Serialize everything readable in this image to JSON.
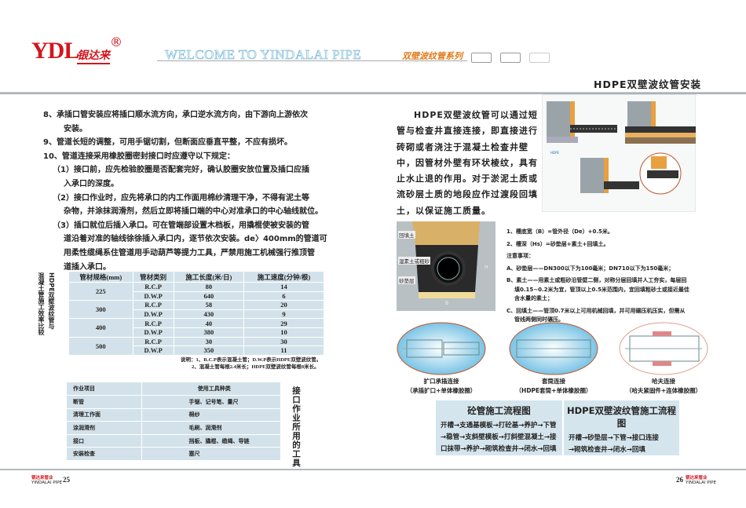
{
  "header": {
    "logo": "YDL",
    "logo_cn": "银达来",
    "registered": "®",
    "welcome": "WELCOME TO YINDALAI PIPE",
    "series": "双壁波纹管系列",
    "title": "HDPE双壁波纹管安装"
  },
  "left": {
    "steps": [
      "8、承插口管安装应将插口顺水流方向，承口逆水流方向，由下游向上游依次",
      "安装。",
      "9、管道长短的调整，可用手锯切割，但断面应垂直平整，不应有损坏。",
      "10、管道连接采用橡胶圈密封接口时应遵守以下规定：",
      "（1）接口前，应先检验胶圈是否配套完好，确认胶圈安放位置及插口应插",
      "入承口的深度。",
      "（2）接口作业时，应先将承口的内工作面用棉纱清理干净，不得有泥土等",
      "杂物，并涂抹润滑剂，然后立即将插口端的中心对准承口的中心轴线就位。",
      "（3）插口就位后插入承口。可在管端部设置木档板，用撬棍使被安装的管",
      "道沿着对准的轴线徐徐插入承口内，逐节依次安装。de〉400mm的管道可",
      "用柔性缆绳系住管道用手动葫芦等提力工具，严禁用施工机械强行推顶管",
      "道插入承口。"
    ],
    "efficiency_title_a": "HDPE双壁波纹管与",
    "efficiency_title_b": "混凝土管施工效率比较",
    "efficiency_table": {
      "headers": [
        "管材规格(mm)",
        "管材类别",
        "施工长度(米/日)",
        "施工速度(分钟/根)"
      ],
      "groups": [
        {
          "size": "225",
          "rows": [
            [
              "R.C.P",
              "80",
              "14"
            ],
            [
              "D.W.P",
              "640",
              "6"
            ]
          ]
        },
        {
          "size": "300",
          "rows": [
            [
              "R.C.P",
              "58",
              "20"
            ],
            [
              "D.W.P",
              "430",
              "9"
            ]
          ]
        },
        {
          "size": "400",
          "rows": [
            [
              "R.C.P",
              "40",
              "29"
            ],
            [
              "D.W.P",
              "380",
              "10"
            ]
          ]
        },
        {
          "size": "500",
          "rows": [
            [
              "R.C.P",
              "30",
              "30"
            ],
            [
              "D.W.P",
              "350",
              "11"
            ]
          ]
        }
      ]
    },
    "notes": [
      "说明：1、R.C.P表示混凝土管；D.W.P表示HDPE双壁波纹管。",
      "2、混凝土管每根2.4米长；HDPE双壁波纹管每根8米长。"
    ],
    "tools_table": {
      "headers": [
        "作业项目",
        "使用工具种类"
      ],
      "rows": [
        [
          "断管",
          "手锯、记号笔、量尺"
        ],
        [
          "清理工作面",
          "棉纱"
        ],
        [
          "涂润滑剂",
          "毛刷、润滑剂"
        ],
        [
          "接口",
          "挡板、撬棍、缆绳、导链"
        ],
        [
          "安装检查",
          "塞尺"
        ]
      ]
    },
    "tools_label": "接口作业所用的工具",
    "page_no": "25"
  },
  "right": {
    "paragraph": "HDPE双壁波纹管可以通过短管与检查井直接连接，即直接进行砖砌或者浇注于混凝土检查井壁中，因管材外壁有环状棱纹，具有止水止退的作用。对于淤泥土质或流砂层土质的地段应作过渡段回填土，以保证施工质量。",
    "trench_labels": [
      "回填土",
      "湿素土或粗砂",
      "砂垫层",
      "B",
      "H"
    ],
    "trench_notes": [
      "1、槽底宽（B）=管外径（De）+0.5米。",
      "2、槽深（Hs）=砂垫层+素土+回填土。",
      "注意事项：",
      "A、砂垫层——DN300以下为100毫米；DN710以下为150毫米；",
      "B、素土——用素土或粗砂沿管壁二侧，对称分层回填并人工夯实，每层回",
      "填0.15~0.2米为宜，管顶以上0.5米范围内，宜回填粗砂土或接近最佳",
      "含水量的素土；",
      "C、回填土——管顶0.7米以上可用机械回填，并可用碾压机压实，但需从",
      "管线两侧同时碾压。"
    ],
    "joints": [
      {
        "name": "扩口承插连接",
        "detail": "（承插扩口+单体橡胶圈）"
      },
      {
        "name": "套筒连接",
        "detail": "（HDPE套筒+单体橡胶圈）"
      },
      {
        "name": "哈夫连接",
        "detail": "（哈夫紧固件+连体橡胶圈）"
      }
    ],
    "flow_concrete": {
      "title": "砼管施工流程图",
      "lines": [
        "开槽→支通基模板→打砼基→养护→下管",
        "→稳管→支斜壁模板→打斜壁混凝土→接",
        "口抹带→养护→砌筑检查井→闭水→回填"
      ]
    },
    "flow_hdpe": {
      "title": "HDPE双壁波纹管施工流程图",
      "lines": [
        "开槽→砂垫层→下管→接口连接",
        "→砌筑检查井→闭水→回填"
      ]
    },
    "page_no": "26"
  },
  "footer": {
    "brand_cn": "银达来管业",
    "brand_en": "YINDALAI PIPE"
  },
  "colors": {
    "brand_red": "#d4141c",
    "table_bg": "#d3e2ea",
    "accent_orange": "#e07a1a"
  }
}
